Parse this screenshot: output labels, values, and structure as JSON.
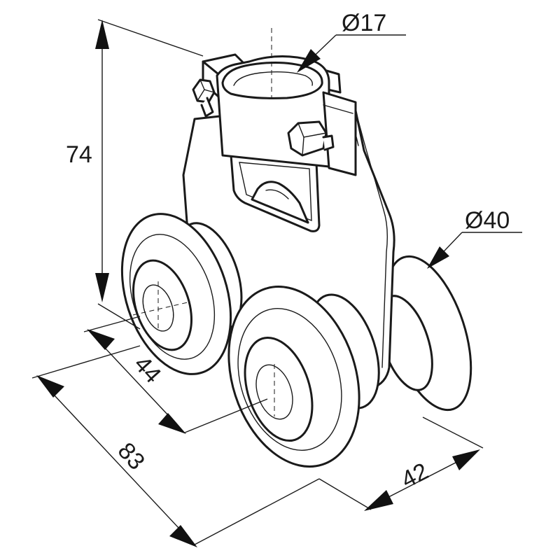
{
  "dimensions": {
    "height": "74",
    "pipe_diameter": "Ø17",
    "wheel_diameter": "Ø40",
    "wheel_spacing": "44",
    "total_length": "83",
    "width": "42"
  },
  "colors": {
    "line": "#1a1a1a",
    "background": "#ffffff"
  }
}
